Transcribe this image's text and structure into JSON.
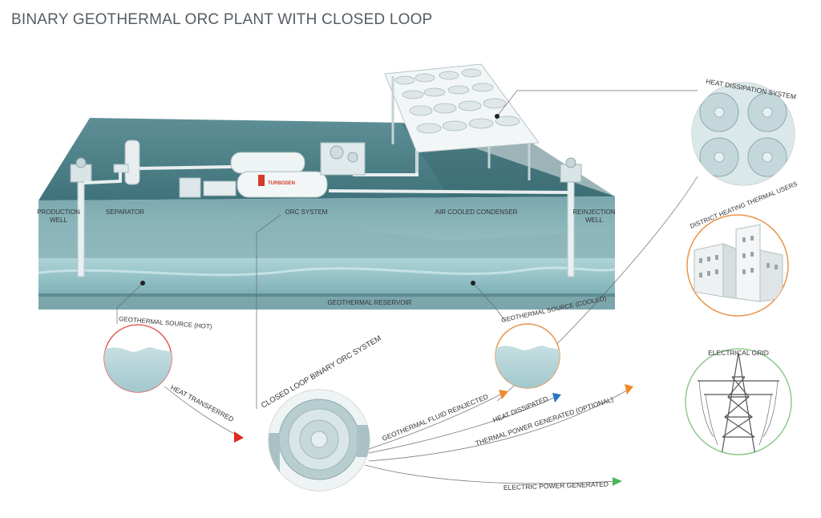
{
  "title": "BINARY GEOTHERMAL ORC PLANT WITH CLOSED LOOP",
  "plant": {
    "production_well": [
      "PRODUCTION",
      "WELL"
    ],
    "separator": "SEPARATOR",
    "orc_system": "ORC SYSTEM",
    "air_cooled_condenser": "AIR COOLED CONDENSER",
    "reinjection_well": [
      "REINJECTION",
      "WELL"
    ],
    "reservoir": "GEOTHERMAL RESERVOIR",
    "brand": "TURBODEN"
  },
  "circles": {
    "source_hot": "GEOTHERMAL SOURCE (HOT)",
    "source_cooled": "GEOTHERMAL SOURCE (COOLED)",
    "orc_loop": "CLOSED LOOP BINARY ORC SYSTEM",
    "heat_dissipation": "HEAT DISSIPATION SYSTEM",
    "district_heating": "DISTRICT HEATING THERMAL USERS",
    "electrical_grid": "ELECTRICAL GRID"
  },
  "flows": {
    "heat_transferred": "HEAT TRANSFERRED",
    "fluid_reinjected": "GEOTHERMAL FLUID REINJECTED",
    "heat_dissipated": "HEAT DISSIPATED",
    "thermal_power": "THERMAL POWER GENERATED (OPTIONAL)",
    "electric_power": "ELECTRIC POWER GENERATED"
  },
  "colors": {
    "hot": "#e06060",
    "cooled": "#e8954a",
    "red_arrow": "#e02a1f",
    "orange_arrow": "#f08a2a",
    "blue_arrow": "#2a73c8",
    "green_arrow": "#4fb85a",
    "green_ring": "#8fc98f",
    "teal": "#3f7f88"
  }
}
